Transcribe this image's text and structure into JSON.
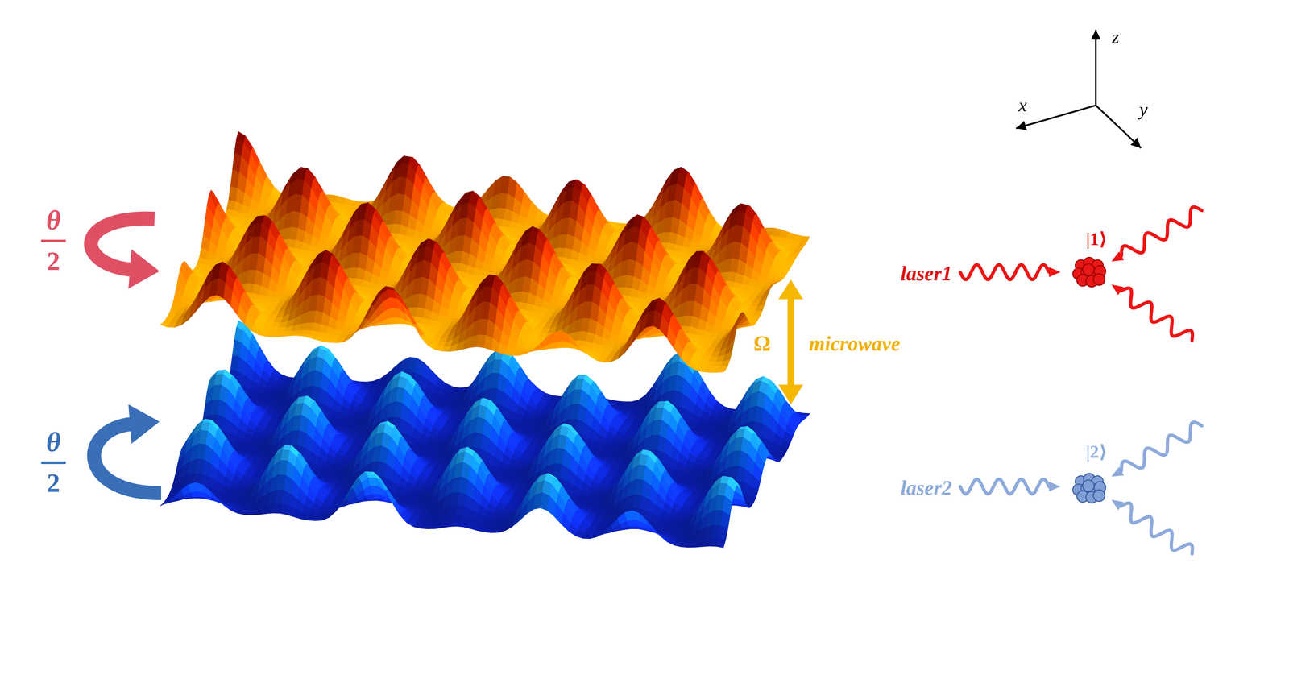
{
  "diagram": {
    "labels": [
      "θ",
      "2",
      "θ",
      "2",
      "Ω",
      "microwave",
      "z",
      "x",
      "y",
      "|1⟩",
      "laser1",
      "|2⟩",
      "laser2"
    ]
  }
}
